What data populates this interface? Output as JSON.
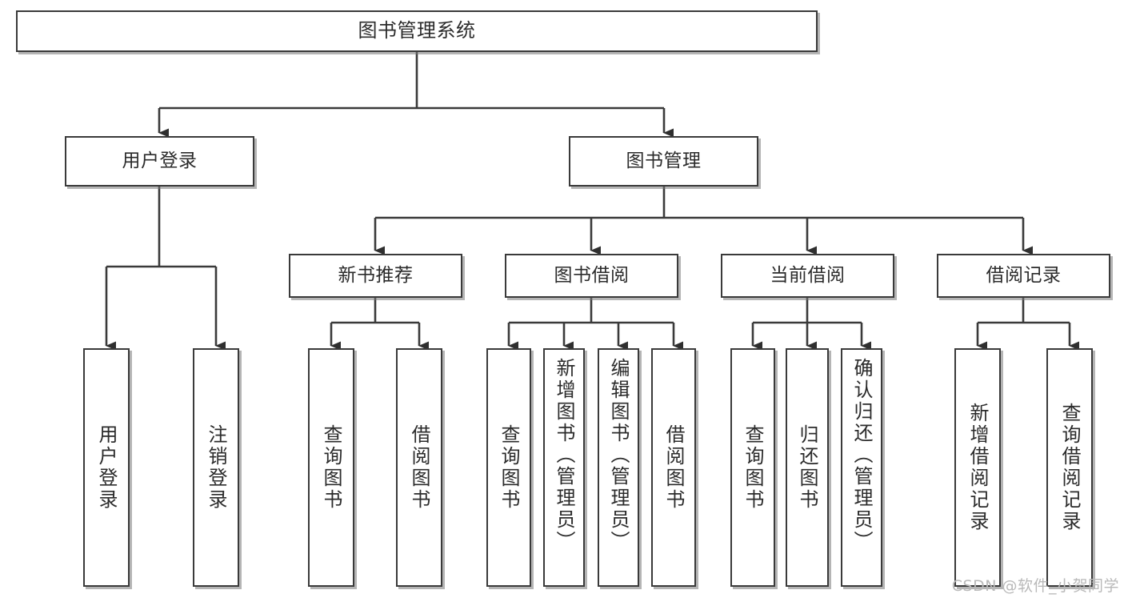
{
  "diagram": {
    "type": "tree-hierarchy",
    "title": "图书管理系统",
    "orientation": "top-down",
    "stroke_color": "#3a3a3a",
    "background_color": "#ffffff",
    "text_color": "#2b2b2b"
  },
  "nodes": {
    "root": {
      "label": "图书管理系统",
      "level": 0
    },
    "l1": [
      {
        "id": "user-login",
        "label": "用户登录",
        "level": 1
      },
      {
        "id": "book-manage",
        "label": "图书管理",
        "level": 1
      }
    ],
    "l2": [
      {
        "id": "new-book-rec",
        "label": "新书推荐",
        "level": 2,
        "parent": "book-manage"
      },
      {
        "id": "book-borrow",
        "label": "图书借阅",
        "level": 2,
        "parent": "book-manage"
      },
      {
        "id": "current-borrow",
        "label": "当前借阅",
        "level": 2,
        "parent": "book-manage"
      },
      {
        "id": "borrow-record",
        "label": "借阅记录",
        "level": 2,
        "parent": "book-manage"
      }
    ],
    "leaves": [
      {
        "id": "leaf-user-login",
        "label": "用户登录",
        "parent": "user-login"
      },
      {
        "id": "leaf-user-logout",
        "label": "注销登录",
        "parent": "user-login"
      },
      {
        "id": "leaf-rec-query-book",
        "label": "查询图书",
        "parent": "new-book-rec"
      },
      {
        "id": "leaf-rec-borrow-book",
        "label": "借阅图书",
        "parent": "new-book-rec"
      },
      {
        "id": "leaf-borrow-query-book",
        "label": "查询图书",
        "parent": "book-borrow"
      },
      {
        "id": "leaf-borrow-add-book",
        "label": "新增图书（管理员）",
        "parent": "book-borrow"
      },
      {
        "id": "leaf-borrow-edit-book",
        "label": "编辑图书（管理员）",
        "parent": "book-borrow"
      },
      {
        "id": "leaf-borrow-borrow-book",
        "label": "借阅图书",
        "parent": "book-borrow"
      },
      {
        "id": "leaf-cur-query-book",
        "label": "查询图书",
        "parent": "current-borrow"
      },
      {
        "id": "leaf-cur-return-book",
        "label": "归还图书",
        "parent": "current-borrow"
      },
      {
        "id": "leaf-cur-confirm-return",
        "label": "确认归还（管理员）",
        "parent": "current-borrow"
      },
      {
        "id": "leaf-rec-add-record",
        "label": "新增借阅记录",
        "parent": "borrow-record"
      },
      {
        "id": "leaf-rec-query-record",
        "label": "查询借阅记录",
        "parent": "borrow-record"
      }
    ]
  },
  "watermark": {
    "text": "CSDN @软件_小贺同学"
  }
}
